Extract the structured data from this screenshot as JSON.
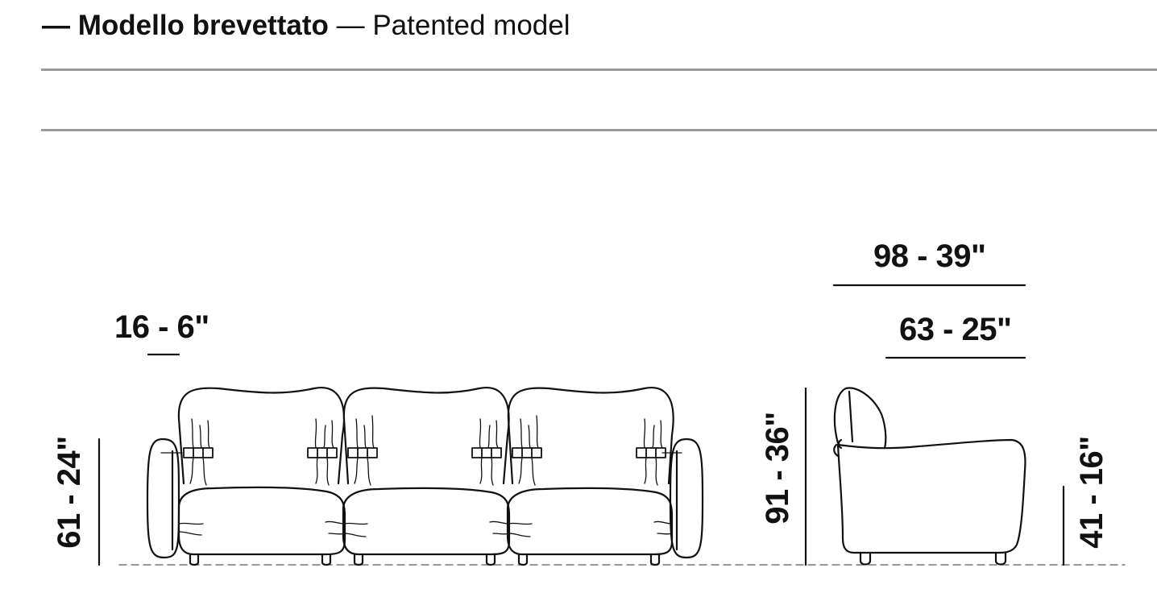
{
  "header": {
    "title_it": "— Modello brevettato",
    "title_en": "— Patented model"
  },
  "dimensions": {
    "arm_width": "16 - 6\"",
    "front_height": "61 - 24\"",
    "side_total_height": "91 - 36\"",
    "depth_total": "98 - 39\"",
    "depth_seat": "63 - 25\"",
    "seat_height": "41 - 16\""
  },
  "colors": {
    "line": "#111111",
    "rule": "#9a9a9a"
  }
}
